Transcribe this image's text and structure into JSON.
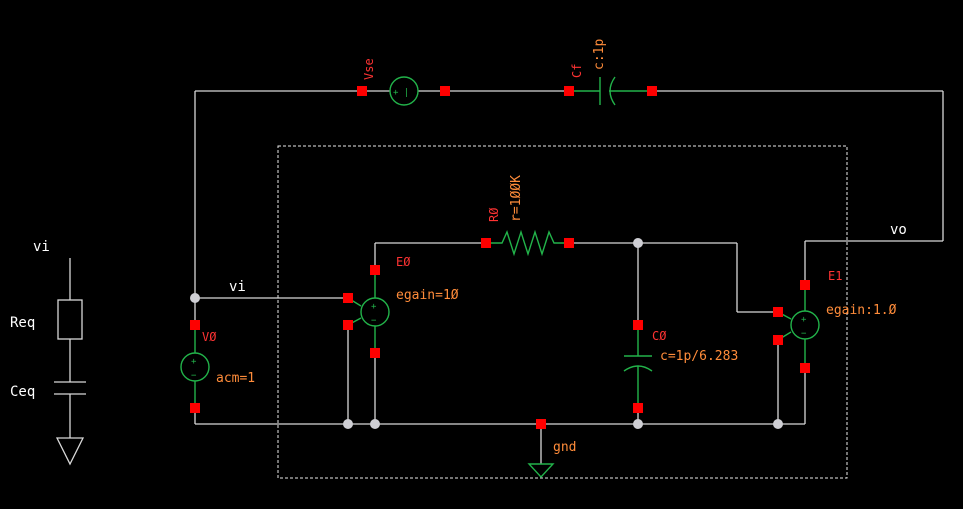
{
  "legend": {
    "node_label": "vi",
    "resistor_label": "Req",
    "capacitor_label": "Ceq"
  },
  "components": {
    "vse": {
      "name": "Vse"
    },
    "cf": {
      "name": "Cf",
      "value": "c:1p"
    },
    "r0": {
      "name": "RØ",
      "value": "r=1ØØK"
    },
    "e0": {
      "name": "EØ",
      "value": "egain=1Ø"
    },
    "c0": {
      "name": "CØ",
      "value": "c=1p/6.283"
    },
    "e1": {
      "name": "E1",
      "value": "egain:1.Ø"
    },
    "v0": {
      "name": "VØ",
      "value": "acm=1"
    }
  },
  "nets": {
    "vi": "vi",
    "vo": "vo",
    "gnd": "gnd"
  },
  "colors": {
    "background": "#000000",
    "wire": "#d8d8d8",
    "component": "#22b34a",
    "pin": "#ff0000",
    "instance_label": "#ff3333",
    "param_label": "#ff8c3a",
    "net_label": "#ffffff"
  }
}
